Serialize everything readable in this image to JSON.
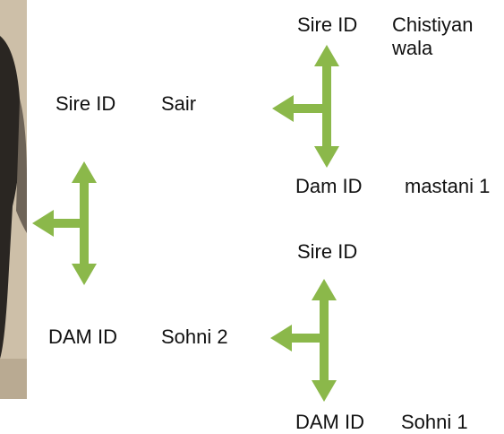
{
  "colors": {
    "arrow": "#8bb84a",
    "photo_bg": "#cdbfa8",
    "photo_dark": "#2a2622"
  },
  "images": {
    "animal_photo": "photo-edge-of-animal (cropped)"
  },
  "pedigree": {
    "root": {
      "sire": {
        "label": "Sire ID",
        "value": "Sair"
      },
      "dam": {
        "label": "DAM ID",
        "value": "Sohni 2"
      }
    },
    "sire_parents": {
      "sire": {
        "label": "Sire ID",
        "value": "Chistiyan wala"
      },
      "dam": {
        "label": "Dam ID",
        "value": "mastani 1"
      }
    },
    "dam_parents": {
      "sire": {
        "label": "Sire ID",
        "value": ""
      },
      "dam": {
        "label": "DAM ID",
        "value": "Sohni 1"
      }
    }
  }
}
